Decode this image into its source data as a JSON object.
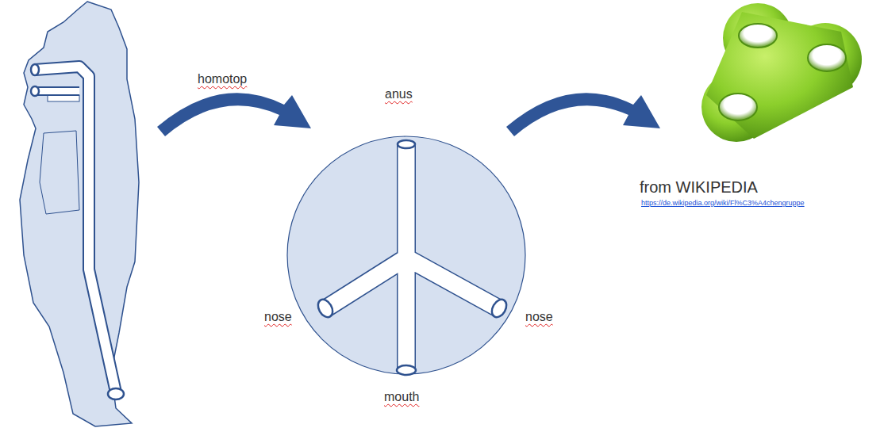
{
  "diagram": {
    "labels": [
      "homotop",
      "anus",
      "nose",
      "mouth",
      "nose",
      "from WIKIPEDIA",
      "https://de.wikipedia.org/wiki/Fl%C3%A4chengruppe"
    ]
  }
}
